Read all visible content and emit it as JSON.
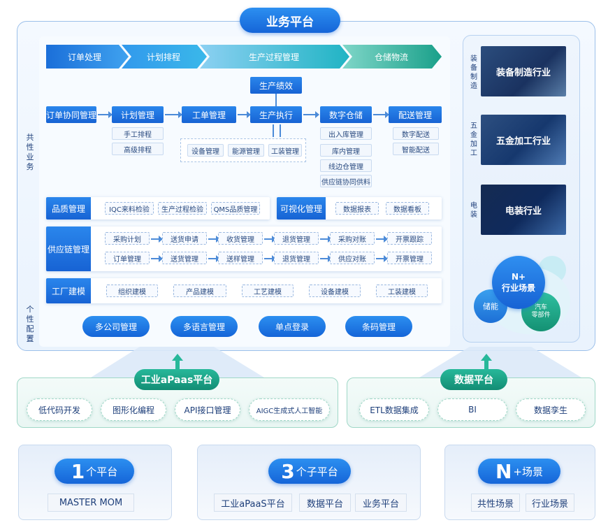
{
  "top_title": "业务平台",
  "flow_banner": [
    "订单处理",
    "计划排程",
    "生产过程管理",
    "仓储物流"
  ],
  "side_labels": {
    "common": "共性业务",
    "personal": "个性配置"
  },
  "performance": "生产绩效",
  "process": {
    "order": "订单协同管理",
    "plan": "计划管理",
    "plan_sub": [
      "手工排程",
      "高级排程"
    ],
    "work": "工单管理",
    "exec": "生产执行",
    "exec_sub": [
      "设备管理",
      "能源管理",
      "工装管理"
    ],
    "warehouse": "数字仓储",
    "warehouse_sub": [
      "出入库管理",
      "库内管理",
      "线边仓管理",
      "供应链协同供料"
    ],
    "delivery": "配送管理",
    "delivery_sub": [
      "数字配送",
      "智能配送"
    ]
  },
  "quality": {
    "label": "品质管理",
    "items": [
      "IQC来料检验",
      "生产过程检验",
      "QMS品质管理"
    ]
  },
  "visual": {
    "label": "可视化管理",
    "items": [
      "数据报表",
      "数据看板"
    ]
  },
  "supply": {
    "label": "供应链管理",
    "row1": [
      "采购计划",
      "送货申请",
      "收货管理",
      "退货管理",
      "采购对账",
      "开票跟踪"
    ],
    "row2": [
      "订单管理",
      "送货管理",
      "送样管理",
      "退货管理",
      "供应对账",
      "开票管理"
    ]
  },
  "factory": {
    "label": "工厂建模",
    "items": [
      "组织建模",
      "产品建模",
      "工艺建模",
      "设备建模",
      "工装建模"
    ]
  },
  "personal_items": [
    "多公司管理",
    "多语言管理",
    "单点登录",
    "条码管理"
  ],
  "industries": [
    {
      "label": "装备制造行业",
      "side": "装备制造"
    },
    {
      "label": "五金加工行业",
      "side": "五金加工"
    },
    {
      "label": "电装行业",
      "side": "电装"
    }
  ],
  "bubbles": {
    "main": "N+\n行业场景",
    "energy": "储能",
    "auto": "汽车\n零部件"
  },
  "apaas": {
    "title": "工业aPaas平台",
    "items": [
      "低代码开发",
      "图形化编程",
      "API接口管理",
      "AIGC生成式人工智能"
    ]
  },
  "data_platform": {
    "title": "数据平台",
    "items": [
      "ETL数据集成",
      "BI",
      "数据孪生"
    ]
  },
  "bottom": [
    {
      "big": "1",
      "suffix": "个平台",
      "subs": [
        "MASTER MOM"
      ]
    },
    {
      "big": "3",
      "suffix": "个子平台",
      "subs": [
        "工业aPaaS平台",
        "数据平台",
        "业务平台"
      ]
    },
    {
      "big": "N",
      "suffix": "+场景",
      "subs": [
        "共性场景",
        "行业场景"
      ]
    }
  ],
  "colors": {
    "blue": "#1565d8",
    "green": "#138d74",
    "light_bg": "#eef5fd"
  }
}
